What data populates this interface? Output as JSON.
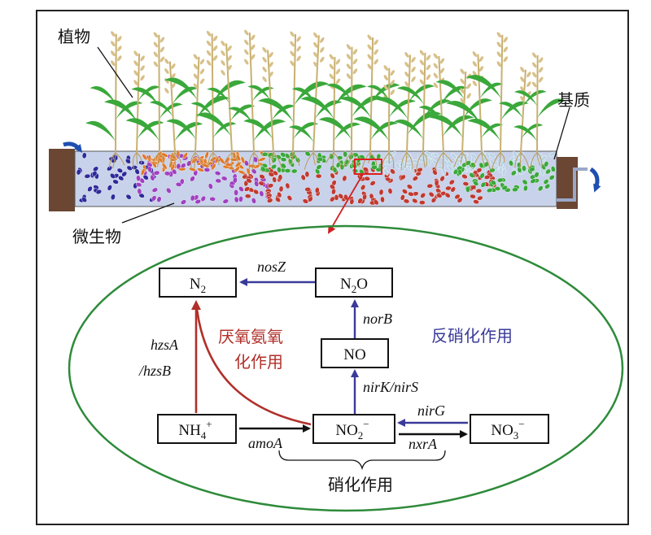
{
  "labels": {
    "plant": "植物",
    "substrate": "基质",
    "microbe": "微生物"
  },
  "nodes": {
    "n2": "N",
    "n2_sub": "2",
    "n2o_a": "N",
    "n2o_sub": "2",
    "n2o_b": "O",
    "no": "NO",
    "nh4": "NH",
    "nh4_sub": "4",
    "nh4_sup": "+",
    "no2": "NO",
    "no2_sub": "2",
    "no2_sup": "−",
    "no3": "NO",
    "no3_sub": "3",
    "no3_sup": "−"
  },
  "genes": {
    "nosZ": "nosZ",
    "norB": "norB",
    "nirK_nirS": "nirK/nirS",
    "nirG": "nirG",
    "hzsA": "hzsA",
    "hzsB": "/hzsB",
    "amoA": "amoA",
    "nxrA": "nxrA"
  },
  "processes": {
    "anammox_line1": "厌氧氨氧",
    "anammox_line2": "化作用",
    "denitrification": "反硝化作用",
    "nitrification": "硝化作用"
  },
  "colors": {
    "frame": "#222222",
    "ellipse": "#2e8b3a",
    "blue_arrow": "#3a3a9a",
    "red_arrow": "#b0302a",
    "black_arrow": "#111111",
    "anammox_text": "#b0302a",
    "denit_text": "#3a3a9a",
    "wetland_water": "#c8d2ea",
    "soil": "#6b4633",
    "plant_leaf": "#3aa83a",
    "plant_stem": "#c8b070",
    "microbe_blue": "#2e2a9a",
    "microbe_purple": "#a040c0",
    "microbe_orange": "#e07a28",
    "microbe_red": "#c03a30",
    "microbe_green": "#3aa83a",
    "microbe_pale": "#b9d4e6"
  }
}
